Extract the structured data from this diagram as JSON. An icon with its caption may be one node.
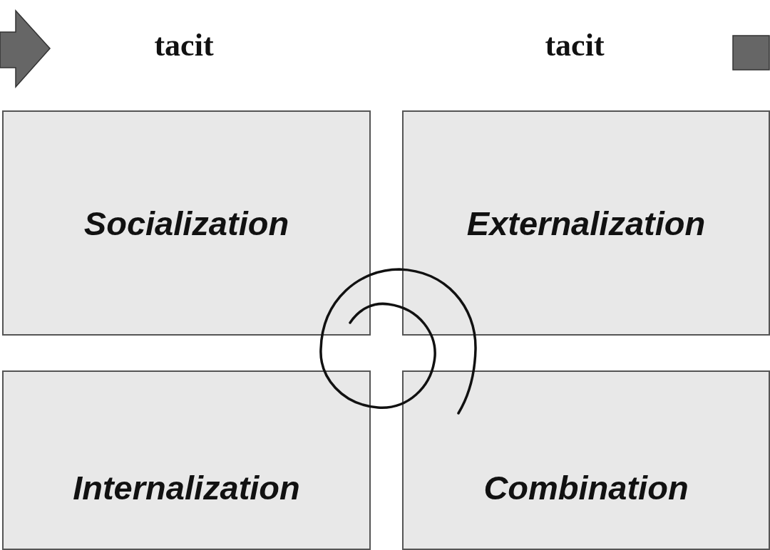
{
  "diagram": {
    "nodes": [
      {
        "text": [
          "Socialization"
        ]
      },
      {
        "text": [
          "Externalization"
        ]
      },
      {
        "text": [
          "Internalization"
        ]
      },
      {
        "text": [
          "Combination"
        ]
      }
    ],
    "labels": [
      "tacit",
      "tacit"
    ]
  }
}
